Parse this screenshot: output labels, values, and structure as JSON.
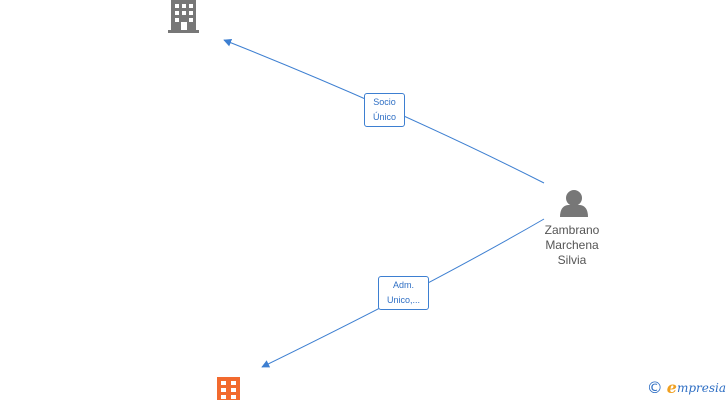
{
  "nodes": {
    "company_top": {
      "icon": "building-icon",
      "color": "#777777"
    },
    "company_bottom": {
      "icon": "building-icon",
      "color": "#f26a2e"
    },
    "person": {
      "icon": "person-icon",
      "color": "#777777",
      "name_lines": [
        "Zambrano",
        "Marchena",
        "Silvia"
      ]
    }
  },
  "edges": [
    {
      "from": "person",
      "to": "company_top",
      "label_lines": [
        "Socio",
        "Único"
      ]
    },
    {
      "from": "person",
      "to": "company_bottom",
      "label_lines": [
        "Adm.",
        "Unico,..."
      ]
    }
  ],
  "colors": {
    "edge": "#3d7fd1",
    "label_text": "#2f6fc4"
  },
  "brand": {
    "copyright_symbol": "©",
    "first_letter": "e",
    "rest": "mpresia"
  }
}
